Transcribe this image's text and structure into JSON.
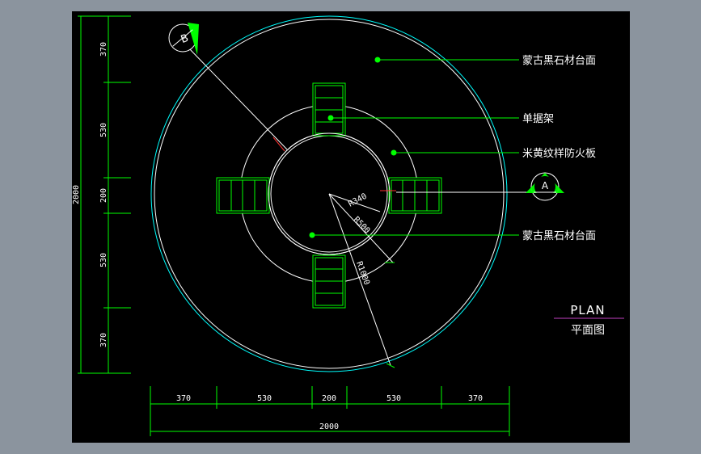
{
  "drawing": {
    "title": "PLAN",
    "subtitle": "平面图",
    "colors": {
      "frame_bg": "#8b949e",
      "canvas_bg": "#000000",
      "dimension": "#00ff00",
      "geometry": "#ffffff",
      "outer_ring": "#00ffff",
      "leader": "#00ff00",
      "accent_red": "#ff3030",
      "title_underline": "#c040c0"
    },
    "labels": [
      {
        "id": "top-surface",
        "text": "蒙古黑石材台面"
      },
      {
        "id": "single-frame",
        "text": "单据架"
      },
      {
        "id": "fireproof-board",
        "text": "米黄纹样防火板"
      },
      {
        "id": "inner-surface",
        "text": "蒙古黑石材台面"
      }
    ],
    "section_markers": {
      "b": "B",
      "a": "A"
    },
    "radii": {
      "r1": "R340",
      "r2": "R500",
      "r3": "R1000"
    },
    "dimensions": {
      "vertical": [
        "370",
        "530",
        "200",
        "530",
        "370"
      ],
      "vertical_total": "2000",
      "horizontal": [
        "370",
        "530",
        "200",
        "530",
        "370"
      ],
      "horizontal_total": "2000"
    }
  }
}
